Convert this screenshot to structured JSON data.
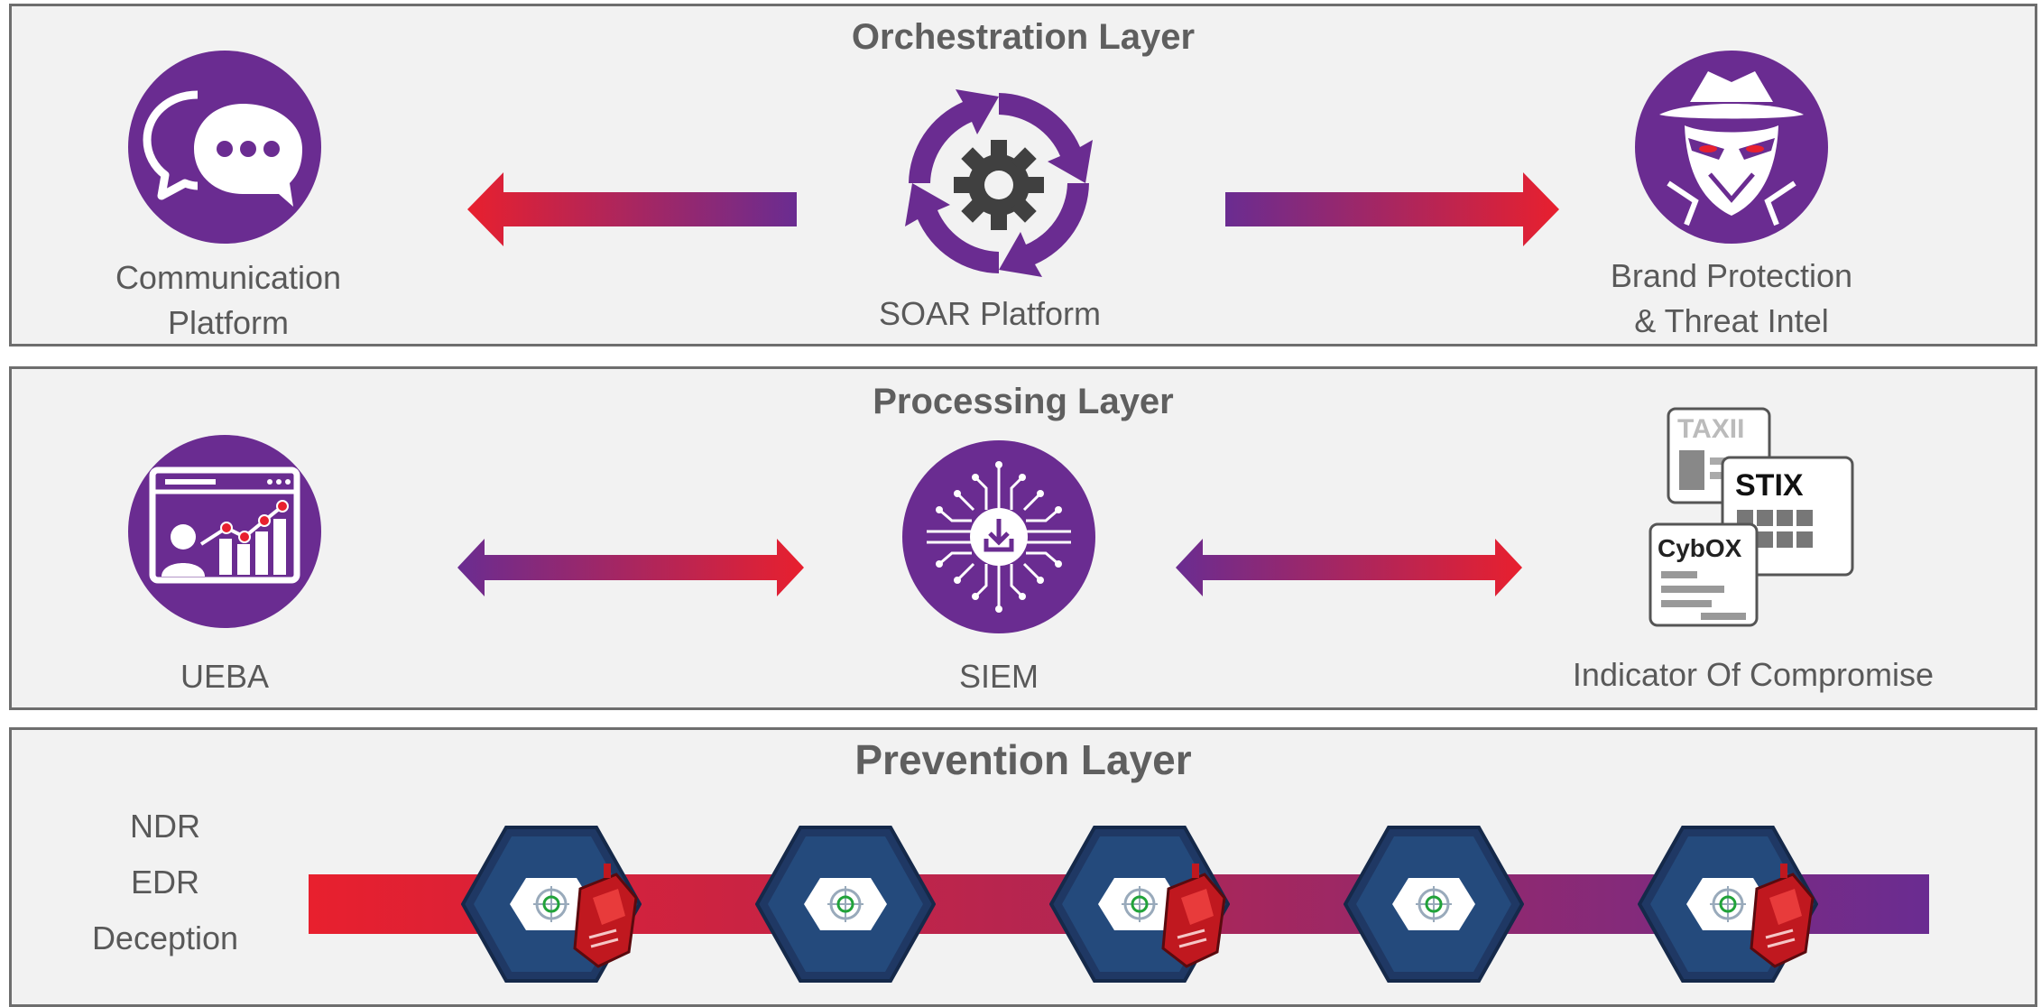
{
  "layers": [
    {
      "title": "Orchestration Layer",
      "nodes": {
        "left": {
          "line1": "Communication",
          "line2": "Platform",
          "icon": "chat-bubbles-icon"
        },
        "center": {
          "label": "SOAR Platform",
          "icon": "gear-cycle-icon"
        },
        "right": {
          "line1": "Brand Protection",
          "line2": "& Threat Intel",
          "icon": "hacker-icon"
        }
      }
    },
    {
      "title": "Processing Layer",
      "nodes": {
        "left": {
          "label": "UEBA",
          "icon": "analytics-dashboard-icon"
        },
        "center": {
          "label": "SIEM",
          "icon": "circuit-download-icon"
        },
        "right": {
          "label": "Indicator Of Compromise",
          "icon": "taxii-stix-cybox-icon",
          "logo_texts": [
            "TAXII",
            "STIX",
            "CybOX"
          ]
        }
      }
    },
    {
      "title": "Prevention Layer",
      "items": [
        "NDR",
        "EDR",
        "Deception"
      ],
      "sensor_count": 5,
      "sensors_with_threat": [
        1,
        3,
        5
      ]
    }
  ],
  "colors": {
    "purple": "#6a2c91",
    "red": "#e8202e",
    "panel_bg": "#f2f2f2",
    "border": "#6e6e6e",
    "hex_navy": "#1f3864"
  }
}
